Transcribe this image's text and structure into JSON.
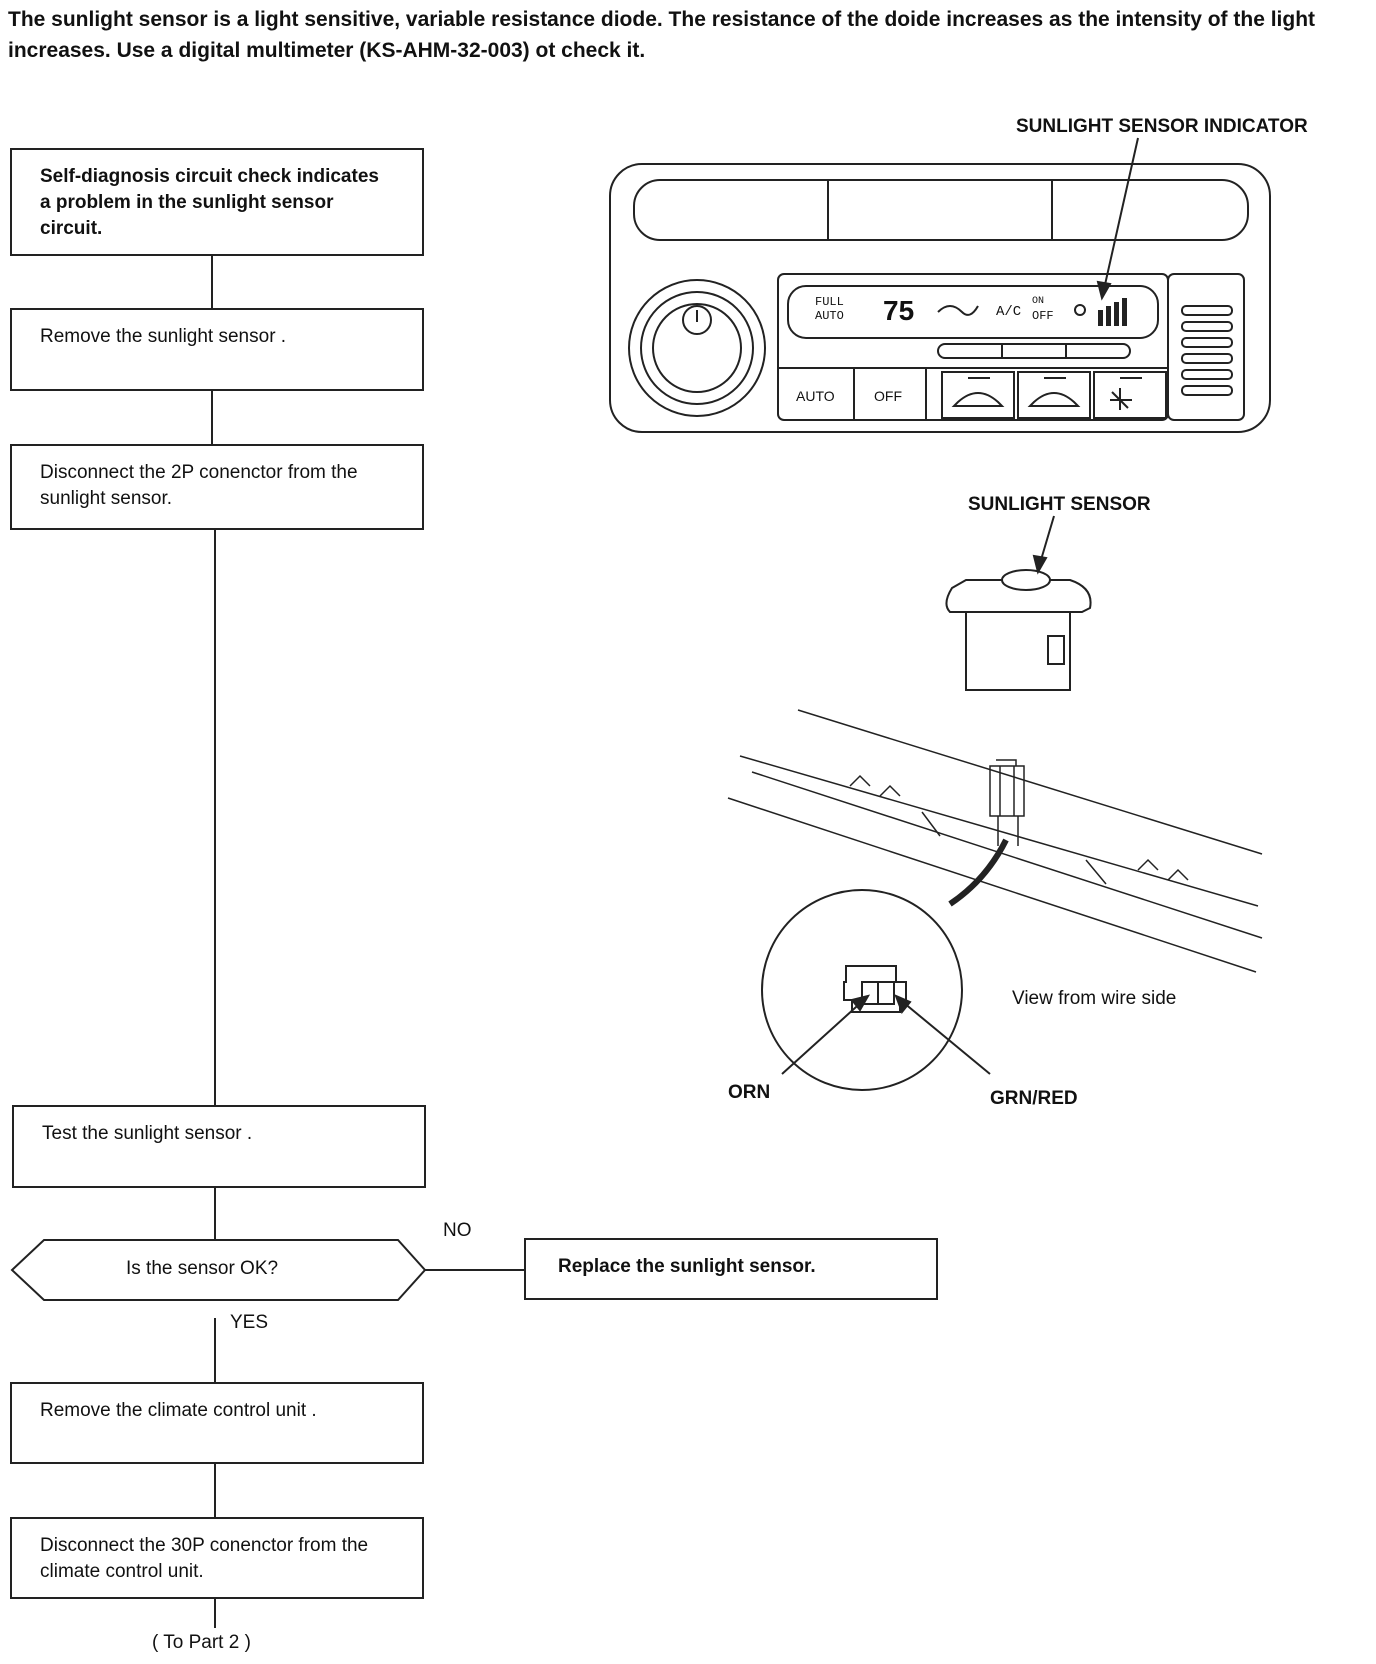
{
  "intro_text": "The sunlight sensor is a light sensitive, variable resistance diode. The resistance of the doide increases as the intensity of the light increases. Use a digital multimeter (KS-AHM-32-003) ot check it.",
  "flow": {
    "step1": "Self-diagnosis circuit check indicates a problem in the sunlight sensor circuit.",
    "step2": "Remove the sunlight sensor .",
    "step3": "Disconnect the 2P conenctor from the sunlight sensor.",
    "step4": "Test the sunlight sensor .",
    "decision": "Is the sensor OK?",
    "no_label": "NO",
    "yes_label": "YES",
    "no_action": "Replace the sunlight sensor.",
    "step5": "Remove the climate control unit .",
    "step6": "Disconnect the 30P conenctor from the climate control unit.",
    "next": "( To Part 2 )"
  },
  "illustration": {
    "indicator_label": "SUNLIGHT SENSOR INDICATOR",
    "sensor_label": "SUNLIGHT SENSOR",
    "view_label": "View from wire side",
    "wire_left": "ORN",
    "wire_right": "GRN/RED",
    "panel": {
      "full": "FULL",
      "auto_small": "AUTO",
      "temp": "75",
      "ac": "A/C",
      "on": "ON",
      "off_small": "OFF",
      "auto_button": "AUTO",
      "off_button": "OFF"
    }
  }
}
